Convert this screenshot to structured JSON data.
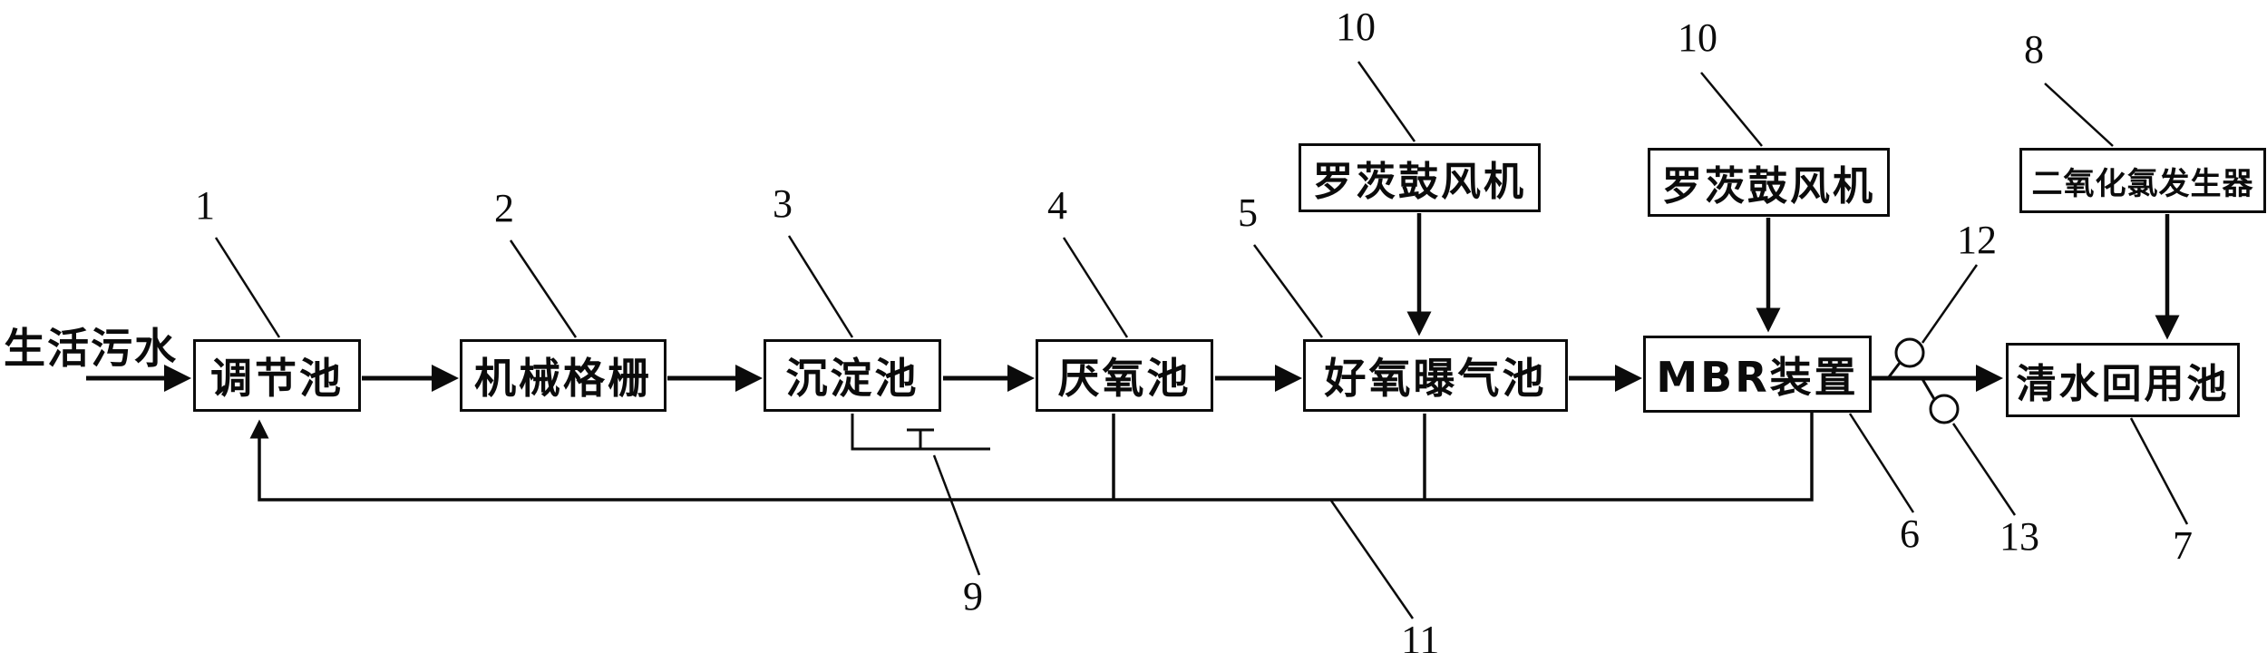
{
  "diagram": {
    "input_label": "生活污水",
    "nodes": {
      "regulation_tank": {
        "label": "调节池",
        "callout": "1"
      },
      "mechanical_screen": {
        "label": "机械格栅",
        "callout": "2"
      },
      "sedimentation_tank": {
        "label": "沉淀池",
        "callout": "3"
      },
      "anaerobic_tank": {
        "label": "厌氧池",
        "callout": "4"
      },
      "aerobic_aeration_tank": {
        "label": "好氧曝气池",
        "callout": "5"
      },
      "mbr_unit": {
        "label": "MBR装置",
        "callout": "6"
      },
      "clean_water_reuse_tank": {
        "label": "清水回用池",
        "callout": "7"
      },
      "chlorine_dioxide_generator": {
        "label": "二氧化氯发生器",
        "callout": "8"
      },
      "roots_blower_1": {
        "label": "罗茨鼓风机",
        "callout": "10"
      },
      "roots_blower_2": {
        "label": "罗茨鼓风机",
        "callout": "10"
      }
    },
    "callouts": {
      "sludge_drain": "9",
      "return_line": "11",
      "valve_upper": "12",
      "valve_lower": "13"
    },
    "colors": {
      "line": "#0b0b0b",
      "background": "#ffffff",
      "text": "#0b0b0b"
    }
  }
}
